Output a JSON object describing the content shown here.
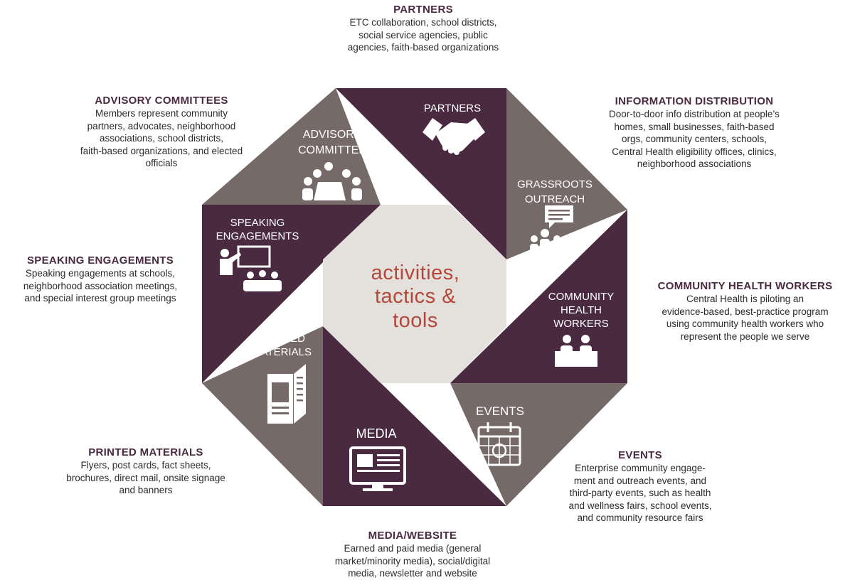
{
  "center": {
    "line1": "activities,",
    "line2": "tactics &",
    "line3": "tools"
  },
  "wedges": {
    "partners": "PARTNERS",
    "grassroots_1": "GRASSROOTS",
    "grassroots_2": "OUTREACH",
    "chw_1": "COMMUNITY",
    "chw_2": "HEALTH",
    "chw_3": "WORKERS",
    "events": "EVENTS",
    "media": "MEDIA",
    "printed_1": "PRINTED",
    "printed_2": "MATERIALS",
    "speaking_1": "SPEAKING",
    "speaking_2": "ENGAGEMENTS",
    "advisory_1": "ADVISORY",
    "advisory_2": "COMMITTEE"
  },
  "descriptions": {
    "partners": {
      "title": "PARTNERS",
      "body": "ETC collaboration, school districts,\nsocial service agencies, public\nagencies, faith-based organizations"
    },
    "advisory": {
      "title": "ADVISORY COMMITTEES",
      "body": "Members represent community\npartners, advocates, neighborhood\nassociations, school districts,\nfaith-based organizations, and elected\nofficials"
    },
    "information": {
      "title": "INFORMATION DISTRIBUTION",
      "body": "Door-to-door info distribution at people’s\nhomes, small businesses, faith-based\norgs, community centers, schools,\nCentral Health eligibility offices, clinics,\nneighborhood associations"
    },
    "speaking": {
      "title": "SPEAKING ENGAGEMENTS",
      "body": "Speaking engagements at schools,\nneighborhood association meetings,\nand special interest group meetings"
    },
    "chw": {
      "title": "COMMUNITY HEALTH WORKERS",
      "body": "Central Health is piloting an\nevidence-based, best-practice program\nusing community health workers who\nrepresent the people we serve"
    },
    "printed": {
      "title": "PRINTED MATERIALS",
      "body": "Flyers, post cards, fact sheets,\nbrochures, direct mail, onsite signage\nand banners"
    },
    "events": {
      "title": "EVENTS",
      "body": "Enterprise community engage-\nment and outreach events, and\nthird-party events, such as health\nand wellness fairs, school events,\nand community resource fairs"
    },
    "media": {
      "title": "MEDIA/WEBSITE",
      "body": "Earned and paid media (general\nmarket/minority media), social/digital\nmedia, newsletter and website"
    }
  },
  "colors": {
    "dark": "#4a2a40",
    "gray": "#766a68",
    "center": "#e4e1dc",
    "accent": "#b5473a"
  }
}
